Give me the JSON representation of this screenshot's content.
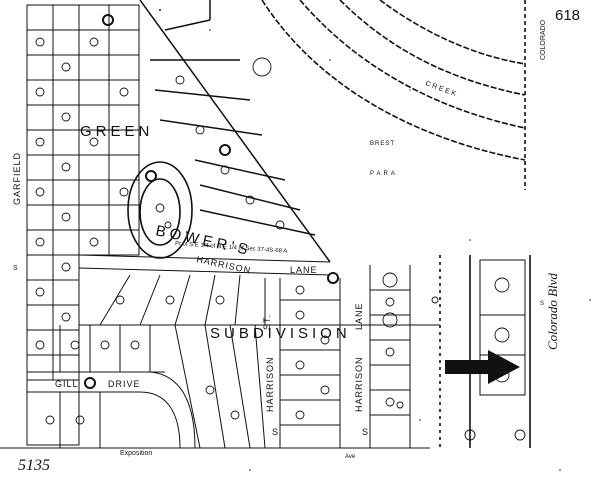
{
  "map": {
    "sheet_number": "618",
    "corner_code": "5135",
    "labels": {
      "green": "GREEN",
      "bowers": "BOWER'S",
      "subdivision": "SUBDIVISION",
      "harrison_lane_1": "HARRISON",
      "lane_1": "LANE",
      "harrison_st": "HARRISON",
      "st": "ST.",
      "harrison_lower": "HARRISON",
      "lane_vertical": "LANE",
      "harrison_v2": "HARRISON",
      "drive": "DRIVE",
      "gill": "GILL",
      "exposition": "Exposition",
      "ave": "Ave",
      "garfield": "GARFIELD",
      "s_left": "S",
      "colorado_top": "COLORADO",
      "colorado_blvd": "Colorado Blvd",
      "creek": "CREEK",
      "brest": "BREST",
      "para": "PARA",
      "s_colorado": "S",
      "s_harrison": "S",
      "s_harrison2": "S",
      "section_note": "Pt of S.E 1/4 of N.E 1/4 of Sec 37-4S-68 A"
    },
    "colors": {
      "ink": "#111111",
      "paper": "#ffffff"
    }
  }
}
